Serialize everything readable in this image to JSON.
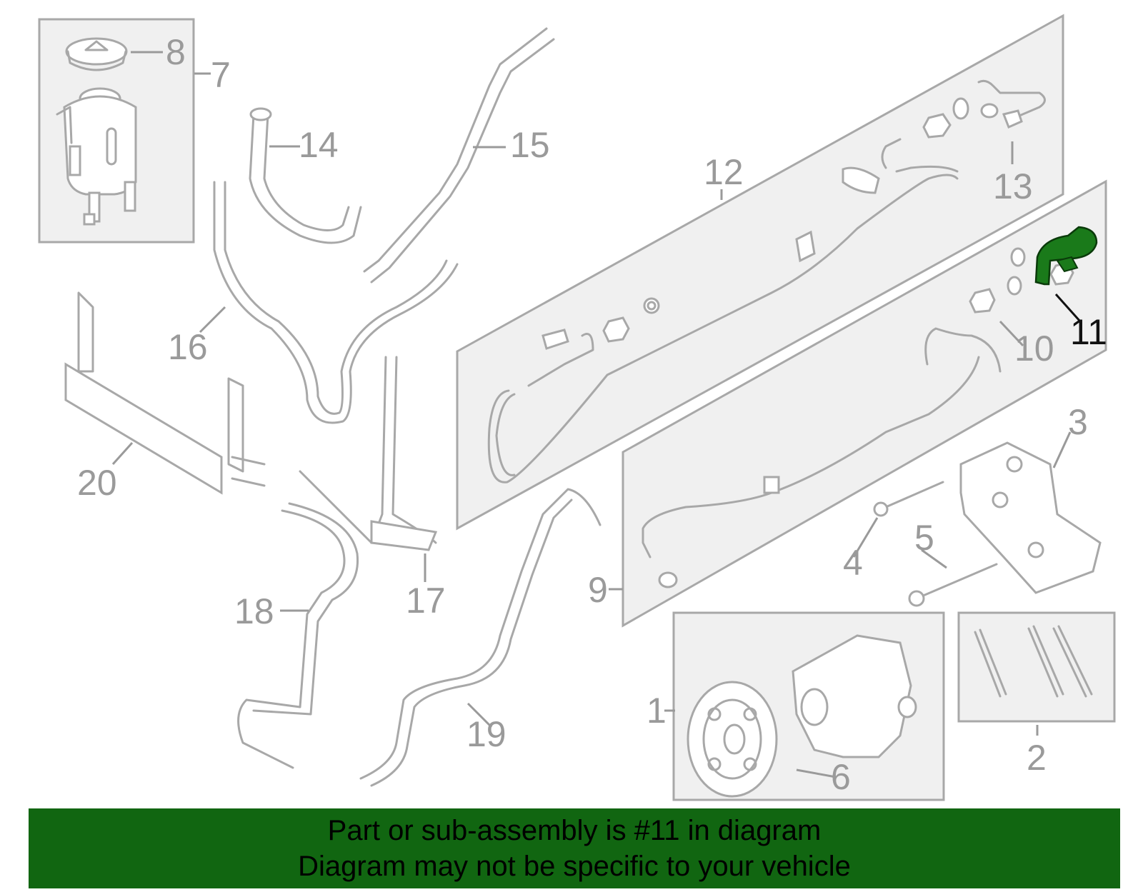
{
  "diagram": {
    "callouts": [
      "1",
      "2",
      "3",
      "4",
      "5",
      "6",
      "7",
      "8",
      "9",
      "10",
      "11",
      "12",
      "13",
      "14",
      "15",
      "16",
      "17",
      "18",
      "19",
      "20"
    ],
    "highlighted_part": "11"
  },
  "colors": {
    "line_gray": "#a8a8a8",
    "label_gray": "#9a9a9a",
    "panel_fill": "#f0f0f0",
    "highlight_green": "#1a7a1a",
    "banner_green": "#116611"
  },
  "banner": {
    "line1": "Part or sub-assembly is #11 in diagram",
    "line2": "Diagram may not be specific to your vehicle"
  }
}
